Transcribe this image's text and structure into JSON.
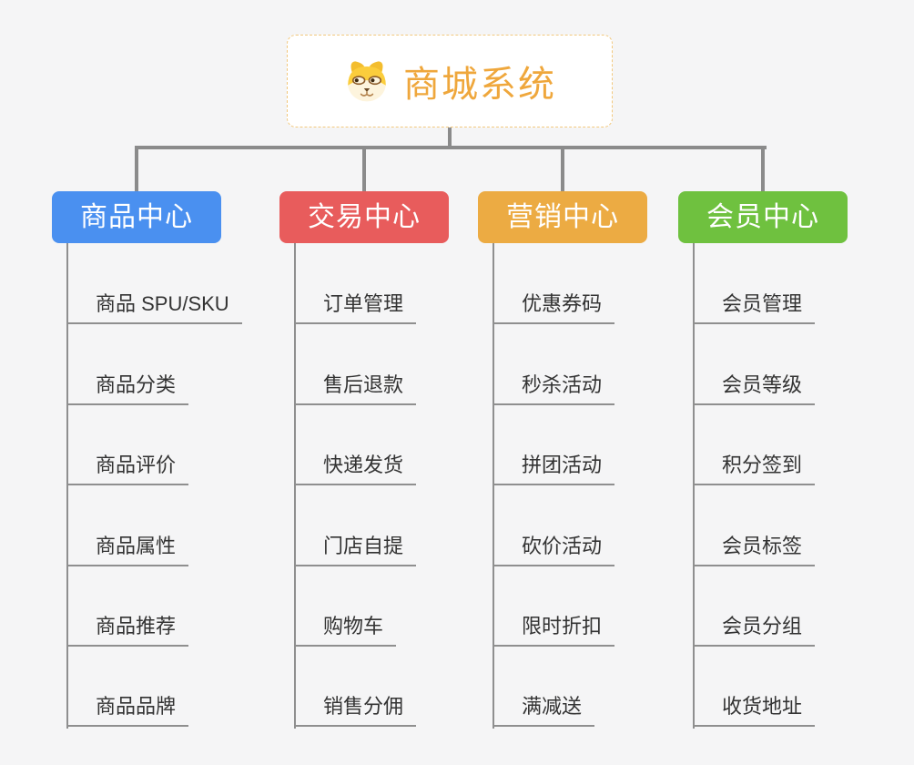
{
  "root": {
    "title": "商城系统",
    "logo_icon": "shiba-dog-icon"
  },
  "theme": {
    "background": "#f5f5f6",
    "connector_color": "#8b8b8b",
    "item_line_color": "#8f8f8f",
    "item_text_color": "#333333",
    "root_border_color": "#f2c87d",
    "root_title_color": "#efa73c"
  },
  "branches": [
    {
      "label": "商品中心",
      "color": "#4a90f0",
      "items": [
        "商品 SPU/SKU",
        "商品分类",
        "商品评价",
        "商品属性",
        "商品推荐",
        "商品品牌"
      ]
    },
    {
      "label": "交易中心",
      "color": "#e85c5c",
      "items": [
        "订单管理",
        "售后退款",
        "快递发货",
        "门店自提",
        "购物车",
        "销售分佣"
      ]
    },
    {
      "label": "营销中心",
      "color": "#ecab43",
      "items": [
        "优惠券码",
        "秒杀活动",
        "拼团活动",
        "砍价活动",
        "限时折扣",
        "满减送"
      ]
    },
    {
      "label": "会员中心",
      "color": "#6fc13f",
      "items": [
        "会员管理",
        "会员等级",
        "积分签到",
        "会员标签",
        "会员分组",
        "收货地址"
      ]
    }
  ]
}
